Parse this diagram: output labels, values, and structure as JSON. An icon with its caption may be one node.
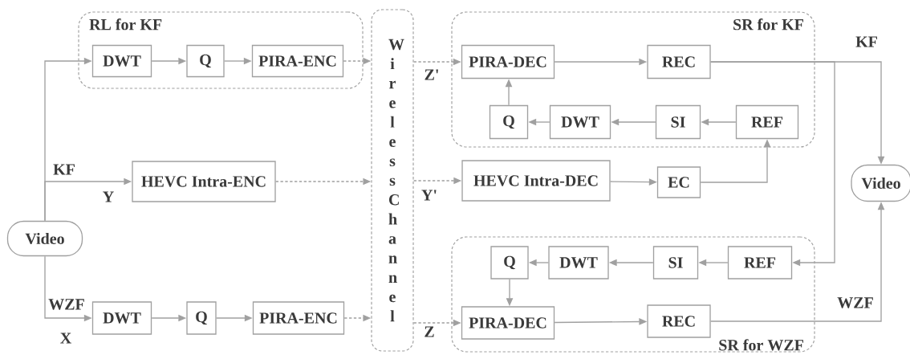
{
  "diagram": {
    "nodes": [
      {
        "text": [
          "RL for KF"
        ]
      },
      {
        "text": [
          "DWT"
        ],
        "in": 0
      },
      {
        "text": [
          "Q"
        ],
        "in": 0
      },
      {
        "text": [
          "PIRA-ENC"
        ],
        "in": 0
      },
      {
        "text": [
          "Wireless Channel"
        ]
      },
      {
        "text": [
          "SR for KF"
        ]
      },
      {
        "text": [
          "PIRA-DEC"
        ],
        "in": 5
      },
      {
        "text": [
          "REC"
        ],
        "in": 5
      },
      {
        "text": [
          "Q"
        ],
        "in": 5
      },
      {
        "text": [
          "DWT"
        ],
        "in": 5
      },
      {
        "text": [
          "SI"
        ],
        "in": 5
      },
      {
        "text": [
          "REF"
        ],
        "in": 5
      },
      {
        "text": [
          "Video"
        ]
      },
      {
        "text": [
          "Video"
        ]
      },
      {
        "text": [
          "HEVC Intra-ENC"
        ]
      },
      {
        "text": [
          "HEVC Intra-DEC"
        ]
      },
      {
        "text": [
          "EC"
        ]
      },
      {
        "text": [
          "SR for WZF"
        ]
      },
      {
        "text": [
          "Q"
        ],
        "in": 17
      },
      {
        "text": [
          "DWT"
        ],
        "in": 17
      },
      {
        "text": [
          "SI"
        ],
        "in": 17
      },
      {
        "text": [
          "REF"
        ],
        "in": 17
      },
      {
        "text": [
          "PIRA-DEC"
        ],
        "in": 17
      },
      {
        "text": [
          "REC"
        ],
        "in": 17
      },
      {
        "text": [
          "DWT"
        ]
      },
      {
        "text": [
          "Q"
        ]
      },
      {
        "text": [
          "PIRA-ENC"
        ]
      }
    ],
    "edges": [
      {
        "from": 13,
        "to": 1,
        "arrow": "to"
      },
      {
        "from": 1,
        "to": 2,
        "arrow": "to"
      },
      {
        "from": 2,
        "to": 3,
        "arrow": "to"
      },
      {
        "from": 3,
        "to": 4,
        "arrow": "to",
        "style": "dashed"
      },
      {
        "from": 13,
        "to": 14,
        "arrow": "to"
      },
      {
        "from": 14,
        "to": 4,
        "arrow": "to",
        "style": "dashed"
      },
      {
        "from": 13,
        "to": 24,
        "arrow": "to"
      },
      {
        "from": 24,
        "to": 25,
        "arrow": "to"
      },
      {
        "from": 25,
        "to": 26,
        "arrow": "to"
      },
      {
        "from": 26,
        "to": 4,
        "arrow": "to",
        "style": "dashed"
      },
      {
        "from": 4,
        "to": 6,
        "arrow": "to",
        "style": "dashed"
      },
      {
        "from": 4,
        "to": 15,
        "arrow": "to",
        "style": "dashed"
      },
      {
        "from": 4,
        "to": 22,
        "arrow": "to",
        "style": "dashed"
      },
      {
        "from": 6,
        "to": 7,
        "arrow": "to"
      },
      {
        "from": 11,
        "to": 10,
        "arrow": "to"
      },
      {
        "from": 10,
        "to": 9,
        "arrow": "to"
      },
      {
        "from": 9,
        "to": 8,
        "arrow": "to"
      },
      {
        "from": 8,
        "to": 6,
        "arrow": "to"
      },
      {
        "from": 15,
        "to": 16,
        "arrow": "to"
      },
      {
        "from": 16,
        "to": 11,
        "arrow": "to"
      },
      {
        "from": 7,
        "to": 12,
        "arrow": "to"
      },
      {
        "from": 7,
        "to": 21,
        "arrow": "to"
      },
      {
        "from": 21,
        "to": 20,
        "arrow": "to"
      },
      {
        "from": 20,
        "to": 19,
        "arrow": "to"
      },
      {
        "from": 19,
        "to": 18,
        "arrow": "to"
      },
      {
        "from": 18,
        "to": 22,
        "arrow": "to"
      },
      {
        "from": 22,
        "to": 23,
        "arrow": "to"
      },
      {
        "from": 23,
        "to": 12,
        "arrow": "to"
      }
    ],
    "labels": [
      "Z'",
      "KF",
      "KF",
      "Y",
      "Y'",
      "WZF",
      "WZF",
      "X",
      "Z"
    ]
  }
}
